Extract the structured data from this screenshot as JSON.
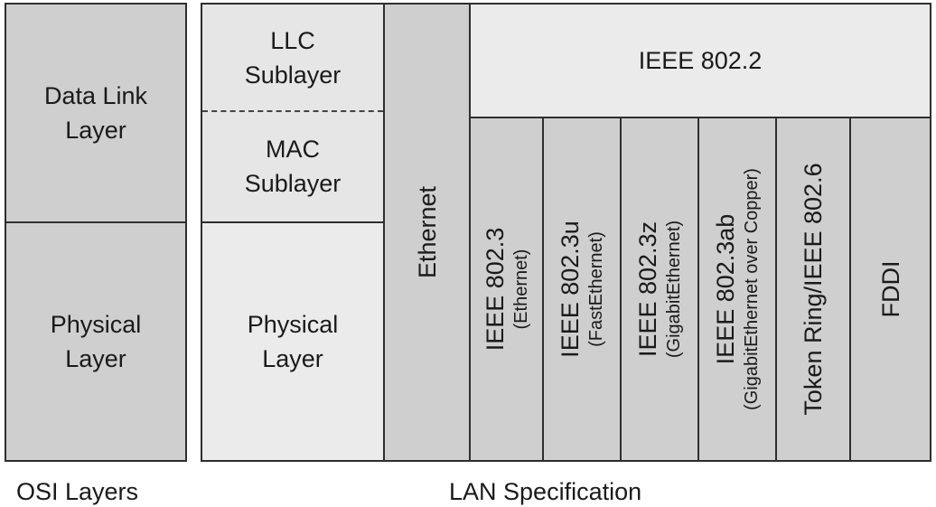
{
  "osi": {
    "data_link": "Data Link\nLayer",
    "physical": "Physical\nLayer",
    "caption": "OSI Layers"
  },
  "sublayers": {
    "llc": "LLC\nSublayer",
    "mac": "MAC\nSublayer",
    "physical": "Physical\nLayer"
  },
  "lan": {
    "ethernet": "Ethernet",
    "ieee8022": "IEEE 802.2",
    "caption": "LAN Specification",
    "columns": [
      {
        "main": "IEEE 802.3",
        "sub": "(Ethernet)"
      },
      {
        "main": "IEEE 802.3u",
        "sub": "(FastEthernet)"
      },
      {
        "main": "IEEE 802.3z",
        "sub": "(GigabitEthernet)"
      },
      {
        "main": "IEEE 802.3ab",
        "sub": "(GigabitEthernet over Copper)"
      },
      {
        "main": "Token Ring/IEEE 802.6",
        "sub": ""
      },
      {
        "main": "FDDI",
        "sub": ""
      }
    ]
  },
  "colors": {
    "dark_fill": "#cfcfcf",
    "light_fill": "#e6e6e6",
    "border": "#2e2e2e"
  }
}
